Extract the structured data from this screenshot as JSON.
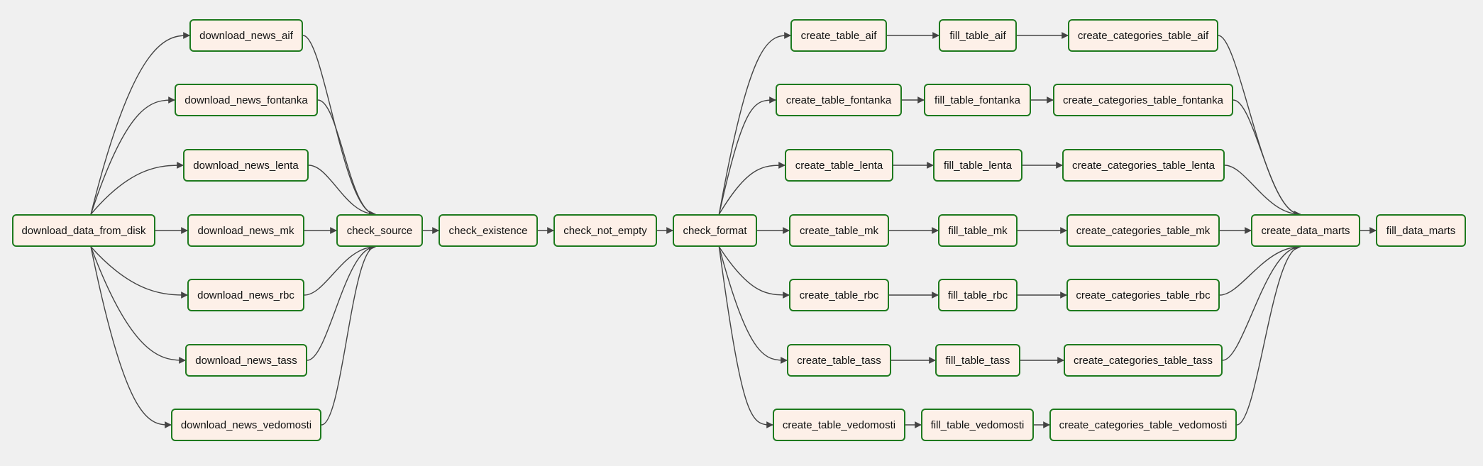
{
  "nodes": {
    "download_data_from_disk": "download_data_from_disk",
    "download_news_aif": "download_news_aif",
    "download_news_fontanka": "download_news_fontanka",
    "download_news_lenta": "download_news_lenta",
    "download_news_mk": "download_news_mk",
    "download_news_rbc": "download_news_rbc",
    "download_news_tass": "download_news_tass",
    "download_news_vedomosti": "download_news_vedomosti",
    "check_source": "check_source",
    "check_existence": "check_existence",
    "check_not_empty": "check_not_empty",
    "check_format": "check_format",
    "create_table_aif": "create_table_aif",
    "create_table_fontanka": "create_table_fontanka",
    "create_table_lenta": "create_table_lenta",
    "create_table_mk": "create_table_mk",
    "create_table_rbc": "create_table_rbc",
    "create_table_tass": "create_table_tass",
    "create_table_vedomosti": "create_table_vedomosti",
    "fill_table_aif": "fill_table_aif",
    "fill_table_fontanka": "fill_table_fontanka",
    "fill_table_lenta": "fill_table_lenta",
    "fill_table_mk": "fill_table_mk",
    "fill_table_rbc": "fill_table_rbc",
    "fill_table_tass": "fill_table_tass",
    "fill_table_vedomosti": "fill_table_vedomosti",
    "create_categories_table_aif": "create_categories_table_aif",
    "create_categories_table_fontanka": "create_categories_table_fontanka",
    "create_categories_table_lenta": "create_categories_table_lenta",
    "create_categories_table_mk": "create_categories_table_mk",
    "create_categories_table_rbc": "create_categories_table_rbc",
    "create_categories_table_tass": "create_categories_table_tass",
    "create_categories_table_vedomosti": "create_categories_table_vedomosti",
    "create_data_marts": "create_data_marts",
    "fill_data_marts": "fill_data_marts"
  },
  "edges": [
    [
      "download_data_from_disk",
      "download_news_aif"
    ],
    [
      "download_data_from_disk",
      "download_news_fontanka"
    ],
    [
      "download_data_from_disk",
      "download_news_lenta"
    ],
    [
      "download_data_from_disk",
      "download_news_mk"
    ],
    [
      "download_data_from_disk",
      "download_news_rbc"
    ],
    [
      "download_data_from_disk",
      "download_news_tass"
    ],
    [
      "download_data_from_disk",
      "download_news_vedomosti"
    ],
    [
      "download_news_aif",
      "check_source"
    ],
    [
      "download_news_fontanka",
      "check_source"
    ],
    [
      "download_news_lenta",
      "check_source"
    ],
    [
      "download_news_mk",
      "check_source"
    ],
    [
      "download_news_rbc",
      "check_source"
    ],
    [
      "download_news_tass",
      "check_source"
    ],
    [
      "download_news_vedomosti",
      "check_source"
    ],
    [
      "check_source",
      "check_existence"
    ],
    [
      "check_existence",
      "check_not_empty"
    ],
    [
      "check_not_empty",
      "check_format"
    ],
    [
      "check_format",
      "create_table_aif"
    ],
    [
      "check_format",
      "create_table_fontanka"
    ],
    [
      "check_format",
      "create_table_lenta"
    ],
    [
      "check_format",
      "create_table_mk"
    ],
    [
      "check_format",
      "create_table_rbc"
    ],
    [
      "check_format",
      "create_table_tass"
    ],
    [
      "check_format",
      "create_table_vedomosti"
    ],
    [
      "create_table_aif",
      "fill_table_aif"
    ],
    [
      "create_table_fontanka",
      "fill_table_fontanka"
    ],
    [
      "create_table_lenta",
      "fill_table_lenta"
    ],
    [
      "create_table_mk",
      "fill_table_mk"
    ],
    [
      "create_table_rbc",
      "fill_table_rbc"
    ],
    [
      "create_table_tass",
      "fill_table_tass"
    ],
    [
      "create_table_vedomosti",
      "fill_table_vedomosti"
    ],
    [
      "fill_table_aif",
      "create_categories_table_aif"
    ],
    [
      "fill_table_fontanka",
      "create_categories_table_fontanka"
    ],
    [
      "fill_table_lenta",
      "create_categories_table_lenta"
    ],
    [
      "fill_table_mk",
      "create_categories_table_mk"
    ],
    [
      "fill_table_rbc",
      "create_categories_table_rbc"
    ],
    [
      "fill_table_tass",
      "create_categories_table_tass"
    ],
    [
      "fill_table_vedomosti",
      "create_categories_table_vedomosti"
    ],
    [
      "create_categories_table_aif",
      "create_data_marts"
    ],
    [
      "create_categories_table_fontanka",
      "create_data_marts"
    ],
    [
      "create_categories_table_lenta",
      "create_data_marts"
    ],
    [
      "create_categories_table_mk",
      "create_data_marts"
    ],
    [
      "create_categories_table_rbc",
      "create_data_marts"
    ],
    [
      "create_categories_table_tass",
      "create_data_marts"
    ],
    [
      "create_categories_table_vedomosti",
      "create_data_marts"
    ],
    [
      "create_data_marts",
      "fill_data_marts"
    ]
  ],
  "colors": {
    "node_fill": "#fdf0e8",
    "node_border": "#1e7a1e",
    "edge": "#444444",
    "background": "#f0f0f0"
  }
}
